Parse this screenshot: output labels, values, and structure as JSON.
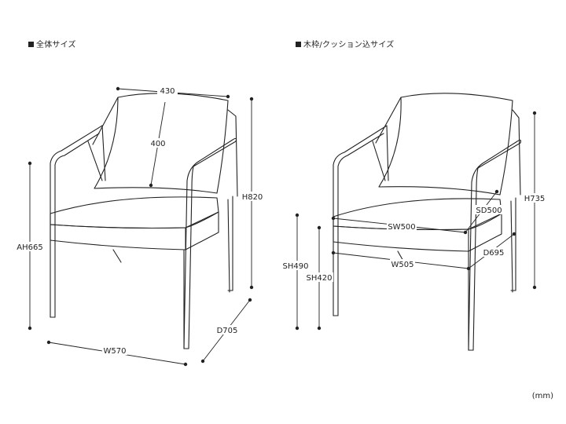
{
  "titles": {
    "overall": "全体サイズ",
    "frame_cushion": "木枠/クッション込サイズ"
  },
  "unit": "(mm)",
  "overall_dims": {
    "width_top": "430",
    "back_cushion": "400",
    "height": "H820",
    "arm_height": "AH665",
    "depth": "D705",
    "width": "W570"
  },
  "frame_dims": {
    "height": "H735",
    "seat_depth": "SD500",
    "seat_width": "SW500",
    "depth": "D695",
    "seat_height_cushion": "SH490",
    "seat_height_frame": "SH420",
    "width": "W505"
  },
  "colors": {
    "line": "#222222",
    "background": "#ffffff"
  }
}
